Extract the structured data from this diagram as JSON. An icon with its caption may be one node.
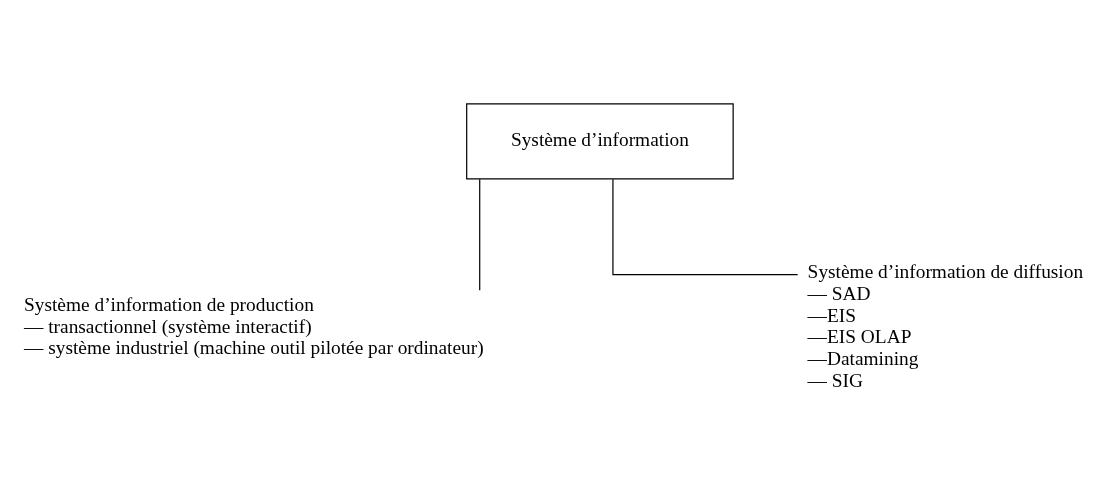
{
  "diagram": {
    "nodes": [
      {
        "text": [
          "Système d’information"
        ]
      },
      {
        "text": [
          "Système d’information de production",
          "— transactionnel (système interactif)",
          "— système industriel (machine outil pilotée par ordinateur)"
        ]
      },
      {
        "text": [
          "Système d’information de diffusion",
          "— SAD",
          "—EIS",
          "—EIS OLAP",
          "—Datamining",
          "— SIG"
        ]
      }
    ],
    "edges": [
      {
        "from": 0,
        "to": 1,
        "arrow": "none"
      },
      {
        "from": 0,
        "to": 2,
        "arrow": "none"
      }
    ]
  }
}
